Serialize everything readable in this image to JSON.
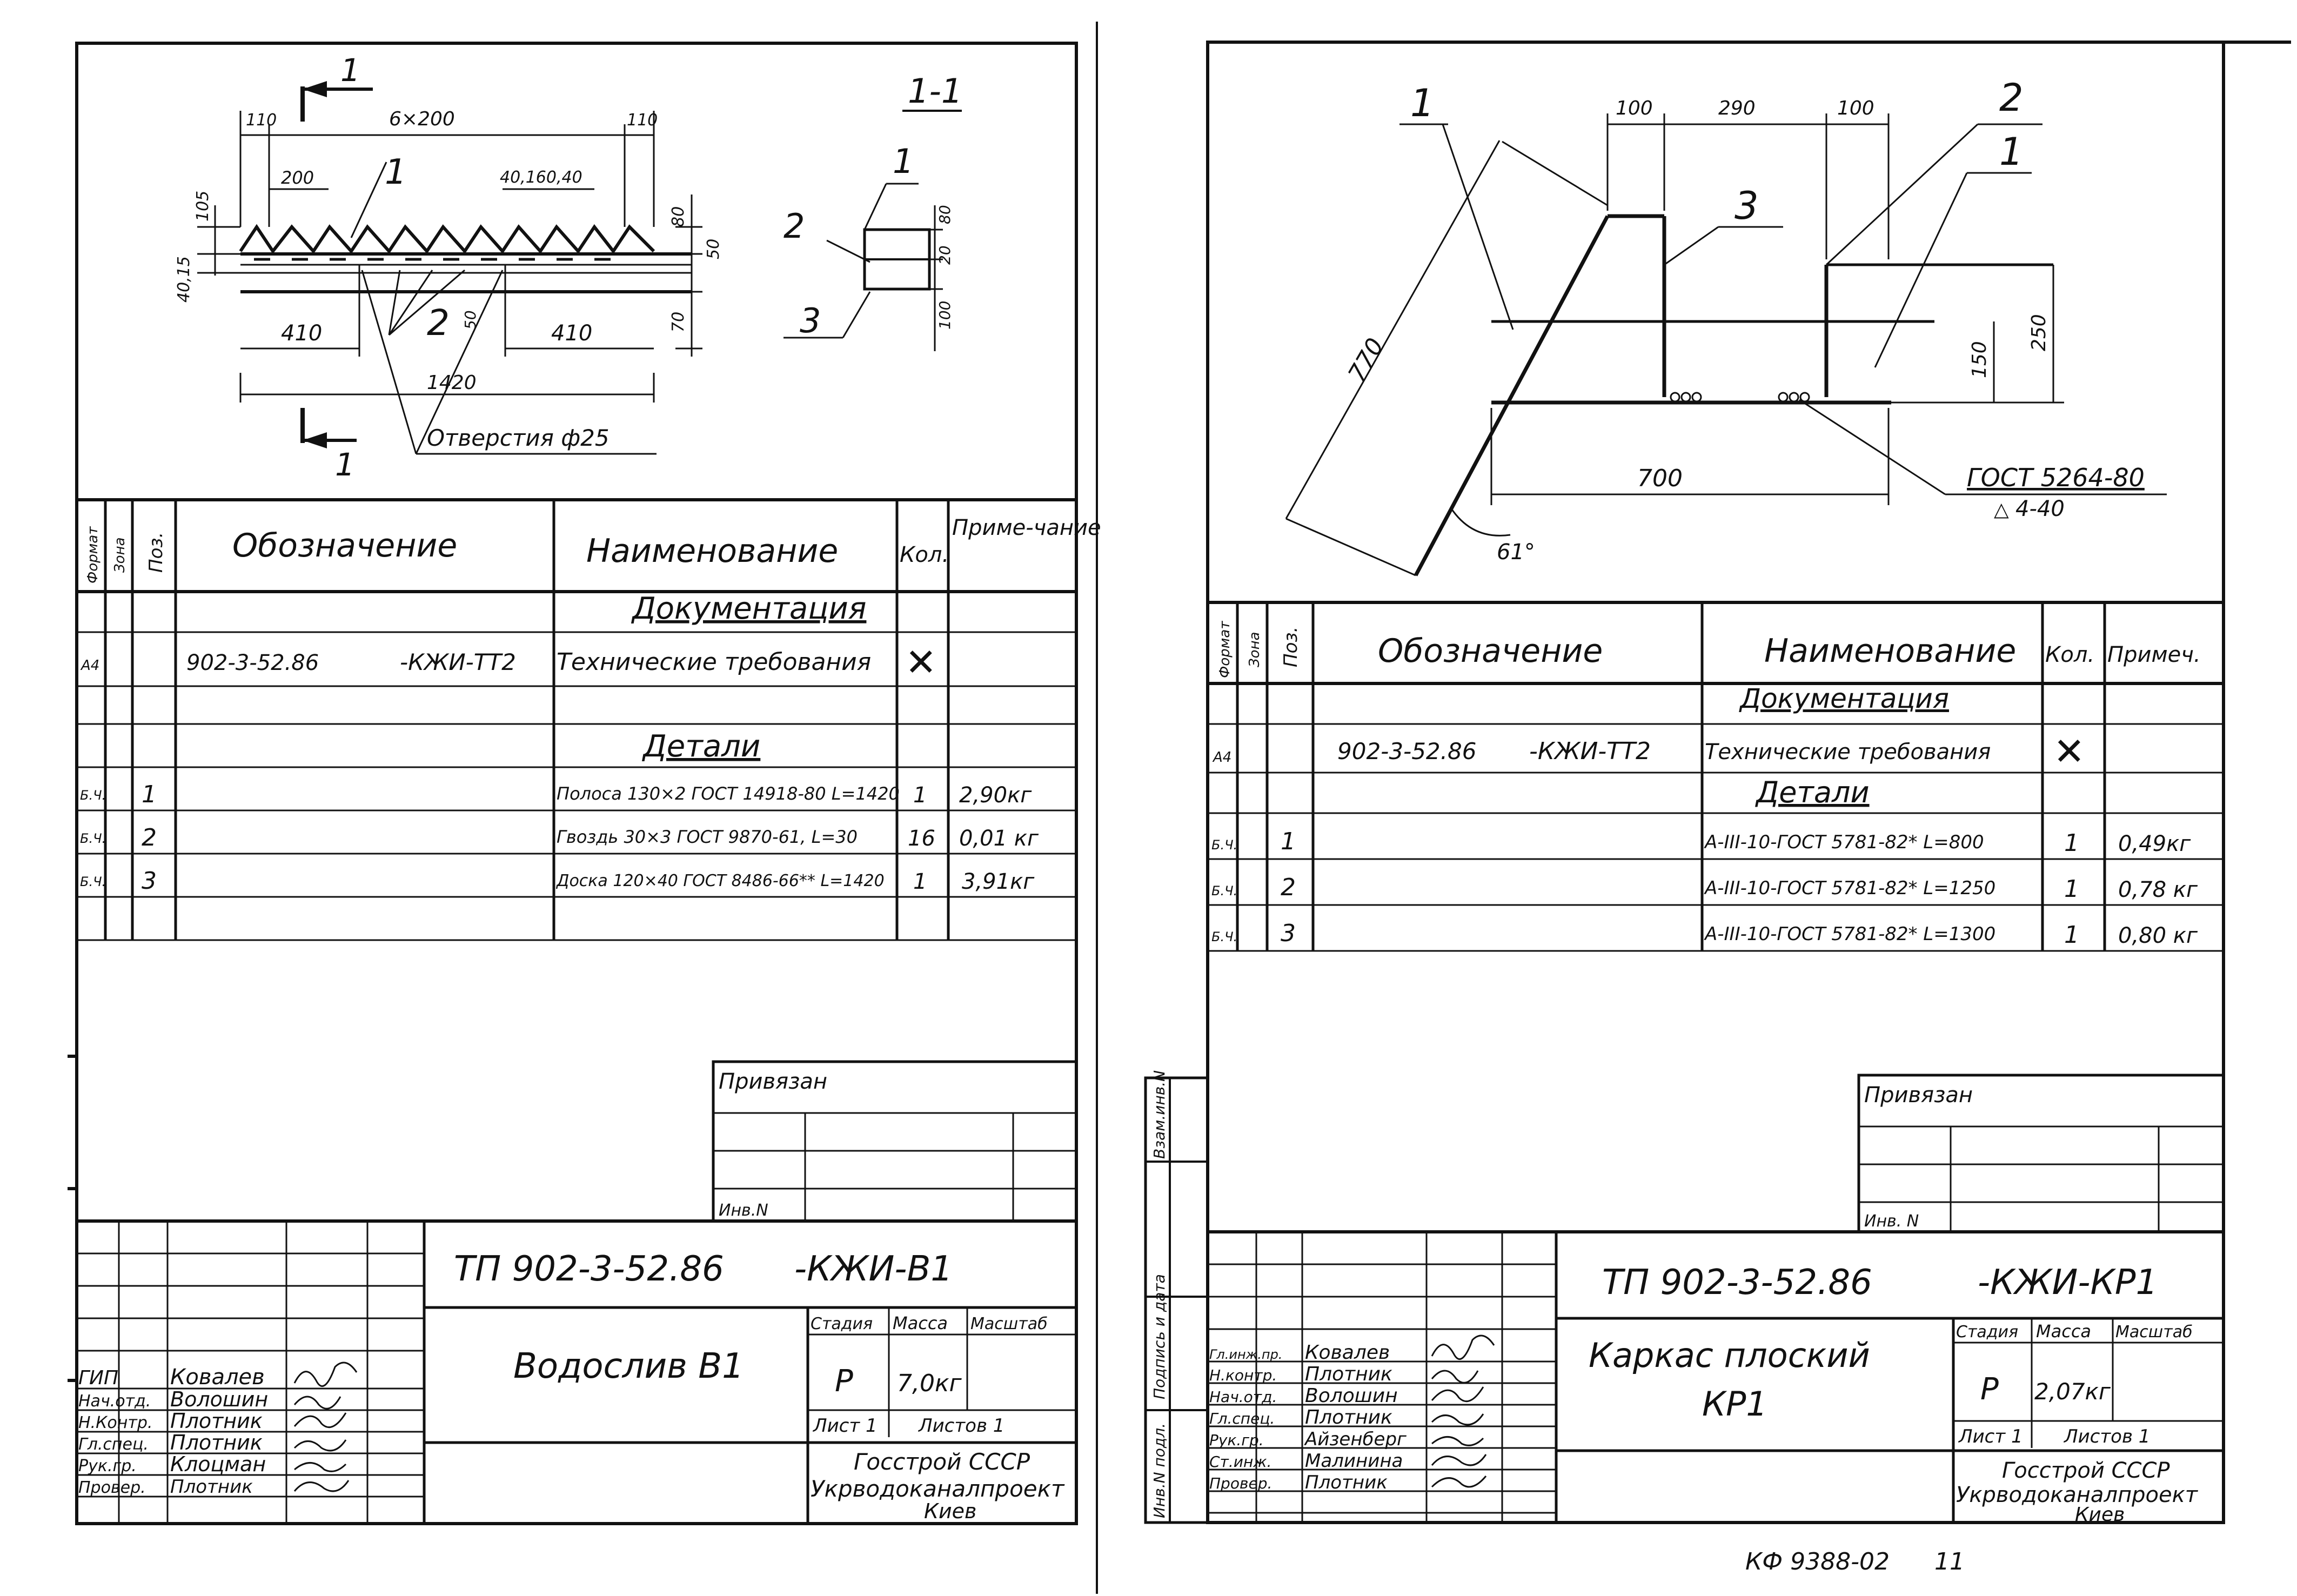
{
  "left": {
    "drawing": {
      "top_dim_overall": "6×200",
      "dim_110_left": "110",
      "dim_110_right": "110",
      "dim_200": "200",
      "dim_40_160_40": "40,160,40",
      "dim_105": "105",
      "dim_40_15": "40,15",
      "dim_80": "80",
      "dim_50": "50",
      "dim_70": "70",
      "dim_410_left": "410",
      "dim_410_right": "410",
      "dim_50_mid": "50",
      "dim_1420": "1420",
      "pos_1": "1",
      "pos_2": "2",
      "section_mark_top": "1",
      "section_mark_bottom": "1",
      "holes_note": "Отверстия ф25",
      "section_title": "1-1",
      "sec_pos_1": "1",
      "sec_pos_2": "2",
      "sec_pos_3": "3",
      "sec_dim_80": "80",
      "sec_dim_20": "20",
      "sec_dim_100": "100"
    },
    "spec": {
      "headers": {
        "format": "Формат",
        "zone": "Зона",
        "pos": "Поз.",
        "designation": "Обозначение",
        "name": "Наименование",
        "qty": "Кол.",
        "note": "Приме-чание"
      },
      "section_docs": "Документация",
      "doc_row": {
        "format": "А4",
        "designation": "902-3-52.86",
        "designation_suffix": "-КЖИ-ТТ2",
        "name": "Технические требования",
        "qty": "✕"
      },
      "section_parts": "Детали",
      "rows": [
        {
          "format": "Б.Ч.",
          "pos": "1",
          "name": "Полоса 130×2 ГОСТ 14918-80 L=1420",
          "qty": "1",
          "note": "2,90кг"
        },
        {
          "format": "Б.Ч.",
          "pos": "2",
          "name": "Гвоздь 30×3 ГОСТ 9870-61, L=30",
          "qty": "16",
          "note": "0,01 кг"
        },
        {
          "format": "Б.Ч.",
          "pos": "3",
          "name": "Доска 120×40 ГОСТ 8486-66** L=1420",
          "qty": "1",
          "note": "3,91кг"
        }
      ]
    },
    "privyazan": "Привязан",
    "inv_n": "Инв.N",
    "stamp": {
      "code": "ТП 902-3-52.86",
      "code_suffix": "-КЖИ-В1",
      "title": "Водослив В1",
      "stage_label": "Стадия",
      "mass_label": "Масса",
      "scale_label": "Масштаб",
      "stage": "Р",
      "mass": "7,0кг",
      "sheet_label": "Лист 1",
      "sheets_label": "Листов 1",
      "org_line1": "Госстрой СССР",
      "org_line2": "Укрводоканалпроект",
      "org_line3": "Киев",
      "people": [
        {
          "role": "ГИП",
          "name": "Ковалев"
        },
        {
          "role": "Нач.отд.",
          "name": "Волошин"
        },
        {
          "role": "Н.Контр.",
          "name": "Плотник"
        },
        {
          "role": "Гл.спец.",
          "name": "Плотник"
        },
        {
          "role": "Рук.гр.",
          "name": "Клоцман"
        },
        {
          "role": "Провер.",
          "name": "Плотник"
        }
      ]
    }
  },
  "right": {
    "drawing": {
      "dim_100_left": "100",
      "dim_290": "290",
      "dim_100_right": "100",
      "dim_770": "770",
      "dim_700": "700",
      "dim_150": "150",
      "dim_250": "250",
      "angle": "61°",
      "pos_1_left": "1",
      "pos_2": "2",
      "pos_3": "3",
      "pos_1_right": "1",
      "weld_std": "ГОСТ 5264-80",
      "weld_spec": "4-40"
    },
    "spec": {
      "headers": {
        "format": "Формат",
        "zone": "Зона",
        "pos": "Поз.",
        "designation": "Обозначение",
        "name": "Наименование",
        "qty": "Кол.",
        "note": "Примеч."
      },
      "section_docs": "Документация",
      "doc_row": {
        "format": "А4",
        "designation": "902-3-52.86",
        "designation_suffix": "-КЖИ-ТТ2",
        "name": "Технические требования",
        "qty": "✕"
      },
      "section_parts": "Детали",
      "rows": [
        {
          "format": "Б.Ч.",
          "pos": "1",
          "name": "А-III-10-ГОСТ 5781-82* L=800",
          "qty": "1",
          "note": "0,49кг"
        },
        {
          "format": "Б.Ч.",
          "pos": "2",
          "name": "А-III-10-ГОСТ 5781-82* L=1250",
          "qty": "1",
          "note": "0,78 кг"
        },
        {
          "format": "Б.Ч.",
          "pos": "3",
          "name": "А-III-10-ГОСТ 5781-82* L=1300",
          "qty": "1",
          "note": "0,80 кг"
        }
      ]
    },
    "privyazan": "Привязан",
    "inv_n": "Инв. N",
    "side_labels": [
      "Инв.N подл.",
      "Подпись и дата",
      "Взам.инв.N"
    ],
    "stamp": {
      "code": "ТП 902-3-52.86",
      "code_suffix": "-КЖИ-КР1",
      "title_line1": "Каркас плоский",
      "title_line2": "КР1",
      "stage_label": "Стадия",
      "mass_label": "Масса",
      "scale_label": "Масштаб",
      "stage": "Р",
      "mass": "2,07кг",
      "sheet_label": "Лист 1",
      "sheets_label": "Листов 1",
      "org_line1": "Госстрой СССР",
      "org_line2": "Укрводоканалпроект",
      "org_line3": "Киев",
      "people": [
        {
          "role": "Гл.инж.пр.",
          "name": "Ковалев"
        },
        {
          "role": "Н.контр.",
          "name": "Плотник"
        },
        {
          "role": "Нач.отд.",
          "name": "Волошин"
        },
        {
          "role": "Гл.спец.",
          "name": "Плотник"
        },
        {
          "role": "Рук.гр.",
          "name": "Айзенберг"
        },
        {
          "role": "Ст.инж.",
          "name": "Малинина"
        },
        {
          "role": "Провер.",
          "name": "Плотник"
        }
      ]
    }
  },
  "footer_code": "КФ 9388-02",
  "footer_num": "11"
}
